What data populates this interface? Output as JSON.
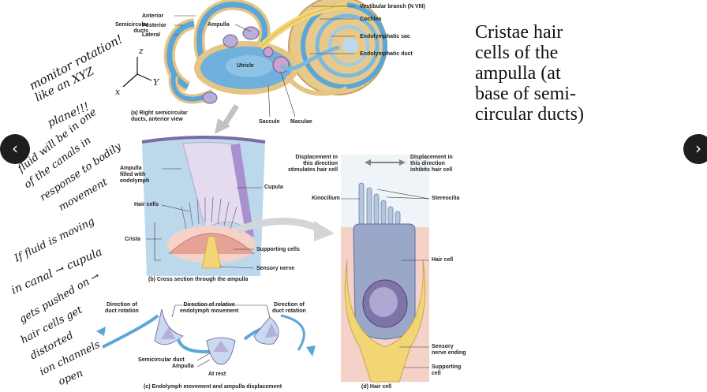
{
  "slide": {
    "title": "Cristae hair\ncells of the\nampulla (at\nbase of semi-\ncircular ducts)"
  },
  "nav": {
    "prev_glyph": "‹",
    "next_glyph": "›"
  },
  "figure_a": {
    "semicircular_ducts": "Semicircular\nducts",
    "anterior": "Anterior",
    "posterior": "Posterior",
    "lateral": "Lateral",
    "ampulla": "Ampulla",
    "vestibular_branch": "Vestibular branch (N VIII)",
    "cochlea": "Cochlea",
    "endolymphatic_sac": "Endolymphatic sac",
    "endolymphatic_duct": "Endolymphatic duct",
    "utricle": "Utricle",
    "saccule": "Saccule",
    "maculae": "Maculae",
    "caption": "(a) Right semicircular\nducts, anterior view"
  },
  "figure_b": {
    "ampulla_filled": "Ampulla\nfilled with\nendolymph",
    "cupula": "Cupula",
    "hair_cells": "Hair cells",
    "crista": "Crista",
    "supporting_cells": "Supporting cells",
    "sensory_nerve": "Sensory nerve",
    "caption": "(b) Cross section through the ampulla"
  },
  "figure_c": {
    "direction_duct_rotation_left": "Direction of\nduct rotation",
    "direction_relative": "Direction of relative\nendolymph movement",
    "direction_duct_rotation_right": "Direction of\nduct rotation",
    "semicircular_duct": "Semicircular duct",
    "ampulla": "Ampulla",
    "at_rest": "At rest",
    "caption": "(c) Endolymph movement and ampulla displacement"
  },
  "figure_d": {
    "displacement_stimulates": "Displacement in\nthis direction\nstimulates hair cell",
    "displacement_inhibits": "Displacement in\nthis direction\ninhibits hair cell",
    "kinocilium": "Kinocilium",
    "stereocilia": "Stereocilia",
    "hair_cell": "Hair cell",
    "sensory_nerve_ending": "Sensory\nnerve ending",
    "supporting_cell": "Supporting\ncell",
    "caption": "(d) Hair cell"
  },
  "handwriting": {
    "line1": "monitor rotation!",
    "line2": "like an XYZ",
    "line3": "plane!!!",
    "line4": "fluid will be in one",
    "line5": "of the canals in",
    "line6": "response to bodily",
    "line7": "movement",
    "line8": "If fluid is moving",
    "line9": "in canal → cupula",
    "line10": "gets pushed on →",
    "line11": "hair cells get",
    "line12": "distorted",
    "line13": "ion channels",
    "line14": "open",
    "axis_z": "z",
    "axis_y": "Y",
    "axis_x": "x"
  },
  "colors": {
    "nav_bg": "#1e1e1e",
    "endolymph_blue": "#bcd9ec",
    "duct_blue": "#5aa6d6",
    "cupula_purple": "#cbb6dc",
    "nerve_yellow": "#f2d675",
    "tissue_pink": "#f4d2c8"
  }
}
